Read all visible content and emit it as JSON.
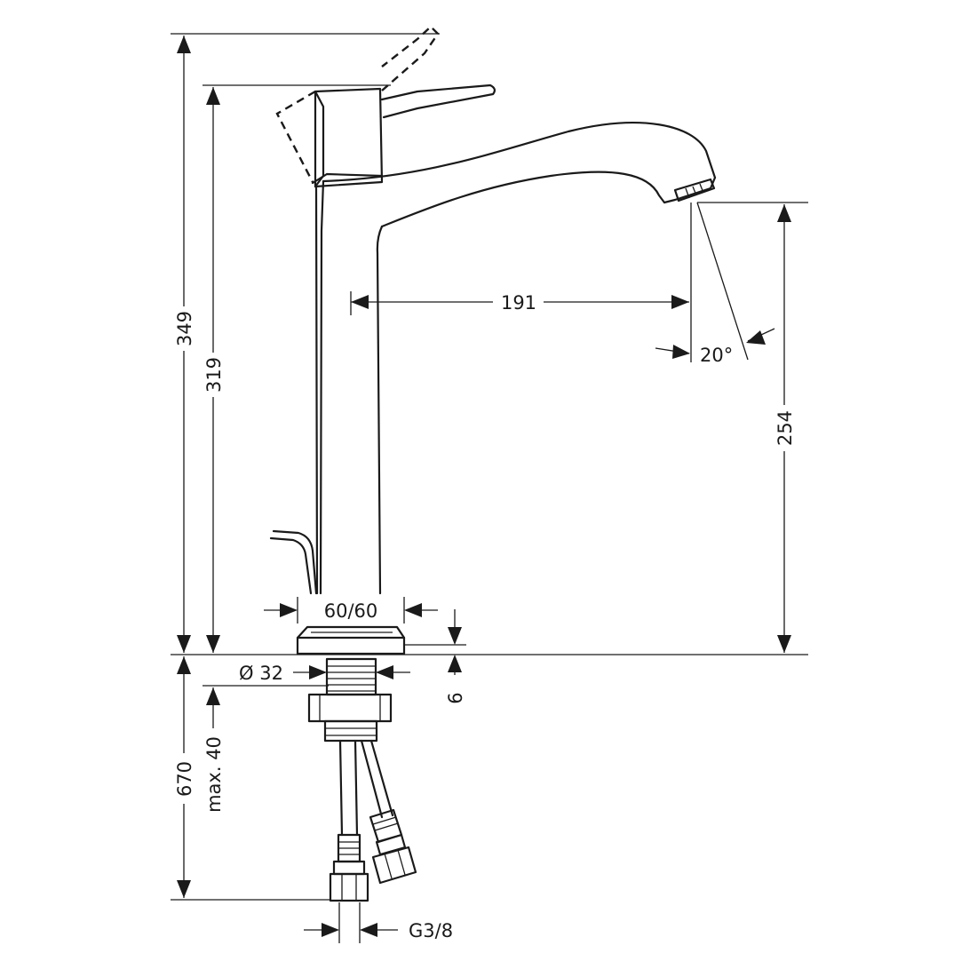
{
  "drawing": {
    "colors": {
      "line": "#1a1a1a",
      "background": "#ffffff"
    },
    "dimensions": {
      "total_height": "349",
      "spout_height": "319",
      "spout_reach": "191",
      "spray_angle": "20°",
      "outlet_height": "254",
      "base_size": "60/60",
      "base_thickness": "6",
      "hole_diameter": "Ø 32",
      "max_counter_thickness": "max. 40",
      "hose_length": "670",
      "connection_thread": "G3/8"
    }
  }
}
